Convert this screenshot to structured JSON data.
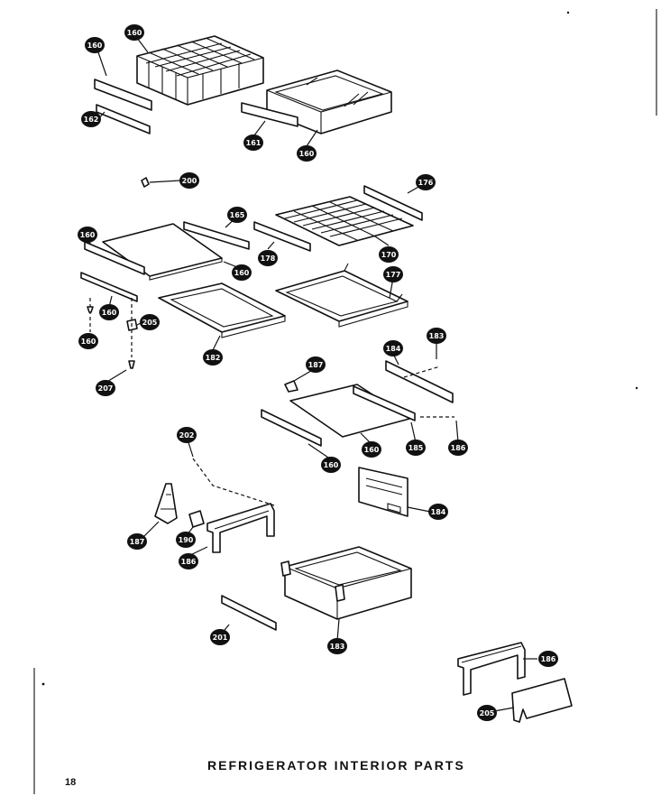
{
  "diagram": {
    "title": "REFRIGERATOR INTERIOR PARTS",
    "page_number": "18",
    "callouts": [
      "160",
      "160",
      "162",
      "161",
      "160",
      "200",
      "176",
      "165",
      "160",
      "170",
      "178",
      "160",
      "177",
      "160",
      "160",
      "205",
      "182",
      "207",
      "183",
      "184",
      "187",
      "160",
      "160",
      "185",
      "186",
      "202",
      "184",
      "187",
      "190",
      "186",
      "183",
      "201",
      "186",
      "205"
    ]
  }
}
